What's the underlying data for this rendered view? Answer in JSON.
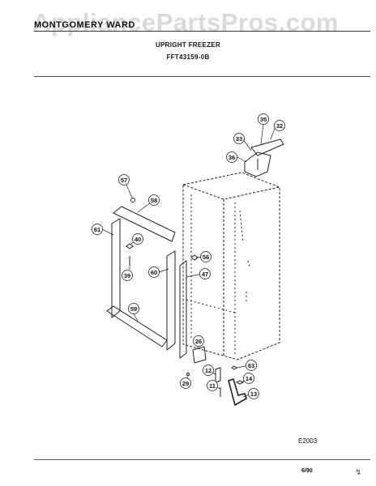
{
  "header": {
    "brand": "MONTGOMERY WARD",
    "watermark": "AppliancePartsPros.com",
    "title": "UPRIGHT FREEZER",
    "model": "FFT43159-0B"
  },
  "footer": {
    "diagram_code": "E2003",
    "date": "6/90",
    "corner_mark": "↯"
  },
  "callouts": [
    "35",
    "32",
    "33",
    "36",
    "57",
    "58",
    "61",
    "40",
    "39",
    "60",
    "56",
    "47",
    "59",
    "26",
    "12",
    "63",
    "14",
    "29",
    "11",
    "13"
  ]
}
